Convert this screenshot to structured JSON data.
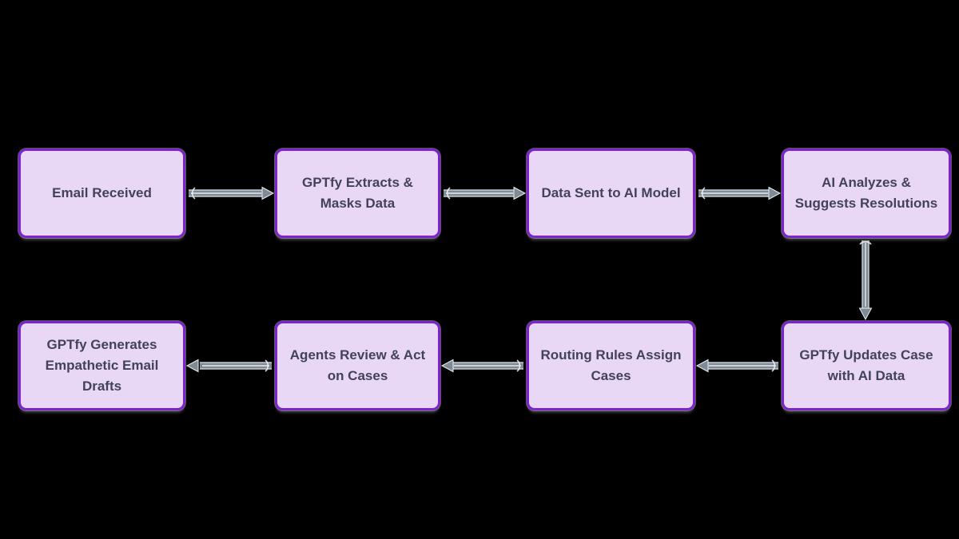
{
  "diagram": {
    "type": "flowchart",
    "colors": {
      "bg": "#000000",
      "node-fill": "#e8d8f6",
      "node-border": "#7d23cf",
      "node-text": "#42425c",
      "arrow": "#7e8b97",
      "arrow-light": "#e9edf1"
    },
    "nodes": [
      {
        "id": "email-received",
        "label": "Email Received"
      },
      {
        "id": "gptfy-extracts-masks",
        "label": "GPTfy Extracts &\nMasks Data"
      },
      {
        "id": "data-sent-ai-model",
        "label": "Data Sent to AI Model"
      },
      {
        "id": "ai-analyzes-suggests",
        "label": "AI Analyzes &\nSuggests Resolutions"
      },
      {
        "id": "gptfy-generates-drafts",
        "label": "GPTfy Generates\nEmpathetic Email\nDrafts"
      },
      {
        "id": "agents-review-act",
        "label": "Agents Review & Act\non Cases"
      },
      {
        "id": "routing-rules-assign",
        "label": "Routing Rules Assign\nCases"
      },
      {
        "id": "gptfy-updates-case",
        "label": "GPTfy Updates Case\nwith AI Data"
      }
    ],
    "edges": [
      {
        "from": "email-received",
        "to": "gptfy-extracts-masks"
      },
      {
        "from": "gptfy-extracts-masks",
        "to": "data-sent-ai-model"
      },
      {
        "from": "data-sent-ai-model",
        "to": "ai-analyzes-suggests"
      },
      {
        "from": "ai-analyzes-suggests",
        "to": "gptfy-updates-case"
      },
      {
        "from": "gptfy-updates-case",
        "to": "routing-rules-assign"
      },
      {
        "from": "routing-rules-assign",
        "to": "agents-review-act"
      },
      {
        "from": "agents-review-act",
        "to": "gptfy-generates-drafts"
      }
    ]
  }
}
